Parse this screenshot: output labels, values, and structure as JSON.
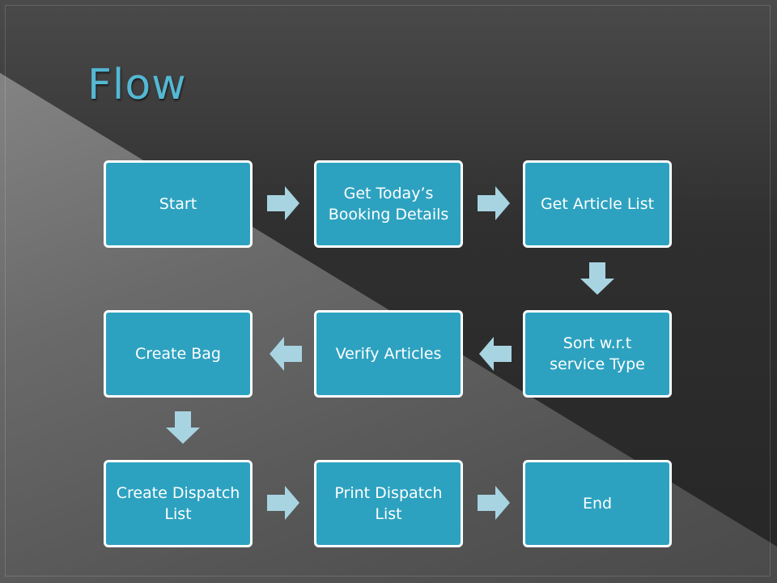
{
  "title": "Flow",
  "colors": {
    "title": "#54b8d4",
    "box_fill": "#2da2c0",
    "box_border": "#ffffff",
    "arrow": "#a8d4e2"
  },
  "steps": [
    {
      "id": "start",
      "label": "Start"
    },
    {
      "id": "get-todays-booking-details",
      "label": "Get Today’s Booking Details"
    },
    {
      "id": "get-article-list",
      "label": "Get Article List"
    },
    {
      "id": "sort-wrt-service-type",
      "label": "Sort w.r.t service Type"
    },
    {
      "id": "verify-articles",
      "label": "Verify Articles"
    },
    {
      "id": "create-bag",
      "label": "Create Bag"
    },
    {
      "id": "create-dispatch-list",
      "label": "Create Dispatch List"
    },
    {
      "id": "print-dispatch-list",
      "label": "Print Dispatch List"
    },
    {
      "id": "end",
      "label": "End"
    }
  ],
  "connections": [
    {
      "from": "start",
      "to": "get-todays-booking-details",
      "direction": "right"
    },
    {
      "from": "get-todays-booking-details",
      "to": "get-article-list",
      "direction": "right"
    },
    {
      "from": "get-article-list",
      "to": "sort-wrt-service-type",
      "direction": "down"
    },
    {
      "from": "sort-wrt-service-type",
      "to": "verify-articles",
      "direction": "left"
    },
    {
      "from": "verify-articles",
      "to": "create-bag",
      "direction": "left"
    },
    {
      "from": "create-bag",
      "to": "create-dispatch-list",
      "direction": "down"
    },
    {
      "from": "create-dispatch-list",
      "to": "print-dispatch-list",
      "direction": "right"
    },
    {
      "from": "print-dispatch-list",
      "to": "end",
      "direction": "right"
    }
  ]
}
